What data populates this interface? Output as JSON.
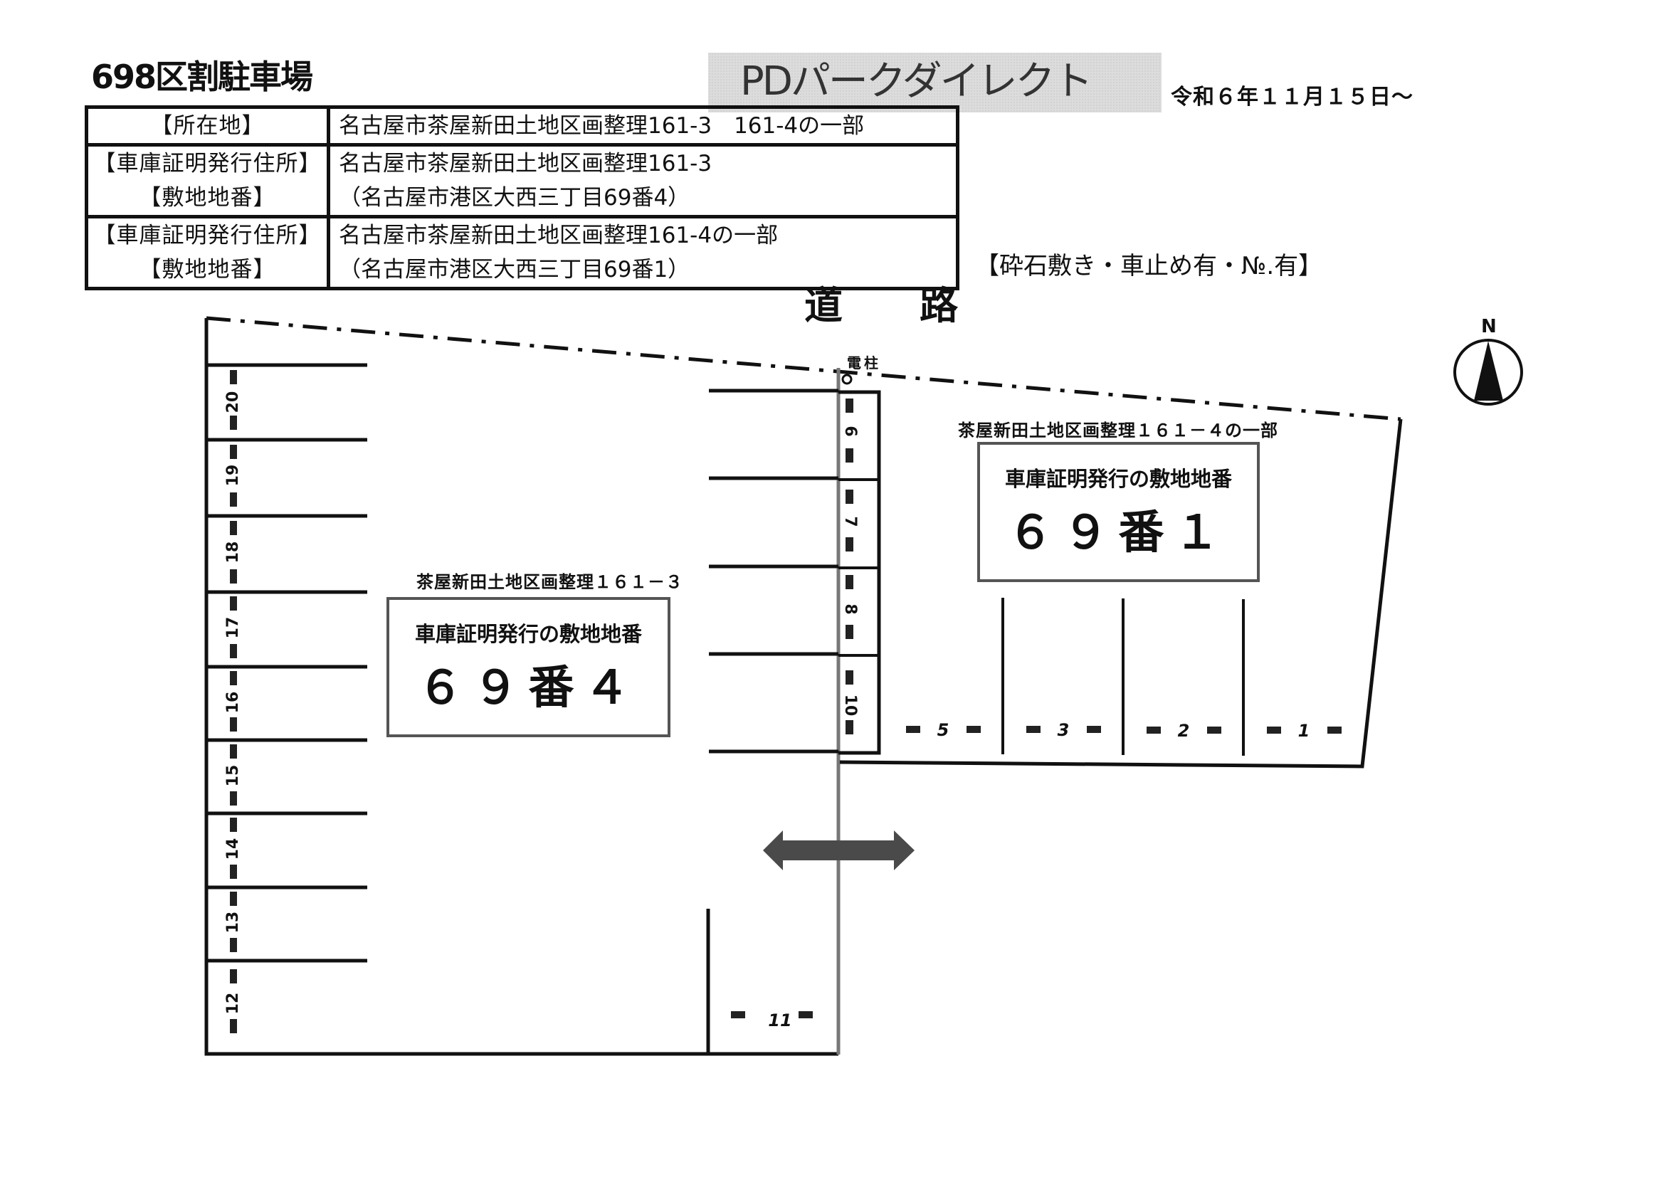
{
  "header": {
    "title": "698区割駐車場",
    "operator": "PDパークダイレクト",
    "effective_date": "令和６年１１月１５日～"
  },
  "info_table": {
    "rows": [
      {
        "label_lines": [
          "【所在地】"
        ],
        "value_lines": [
          "名古屋市茶屋新田土地区画整理161-3　161-4の一部"
        ]
      },
      {
        "label_lines": [
          "【車庫証明発行住所】",
          "【敷地地番】"
        ],
        "value_lines": [
          "名古屋市茶屋新田土地区画整理161-3",
          "（名古屋市港区大西三丁目69番4）"
        ]
      },
      {
        "label_lines": [
          "【車庫証明発行住所】",
          "【敷地地番】"
        ],
        "value_lines": [
          "名古屋市茶屋新田土地区画整理161-4の一部",
          "（名古屋市港区大西三丁目69番1）"
        ]
      }
    ]
  },
  "notes": "【砕石敷き・車止め有・№.有】",
  "map": {
    "road_label": "道路",
    "utility_pole_label": "電柱",
    "compass_label": "N",
    "lots": [
      {
        "parcel_label": "茶屋新田土地区画整理１６１－３",
        "caption": "車庫証明発行の敷地地番",
        "lot_number": "６９番４"
      },
      {
        "parcel_label": "茶屋新田土地区画整理１６１－４の一部",
        "caption": "車庫証明発行の敷地地番",
        "lot_number": "６９番１"
      }
    ],
    "stalls": {
      "left_column": [
        "20",
        "19",
        "18",
        "17",
        "16",
        "15",
        "14",
        "13",
        "12"
      ],
      "center_column": [
        "6",
        "7",
        "8",
        "10"
      ],
      "bottom_center": [
        "11"
      ],
      "right_row": [
        "5",
        "3",
        "2",
        "1"
      ]
    },
    "colors": {
      "ink": "#111111",
      "boundary_gray": "#777777",
      "arrow_gray": "#4a4a4a",
      "header_box_gray": "#dcdcdc"
    }
  }
}
